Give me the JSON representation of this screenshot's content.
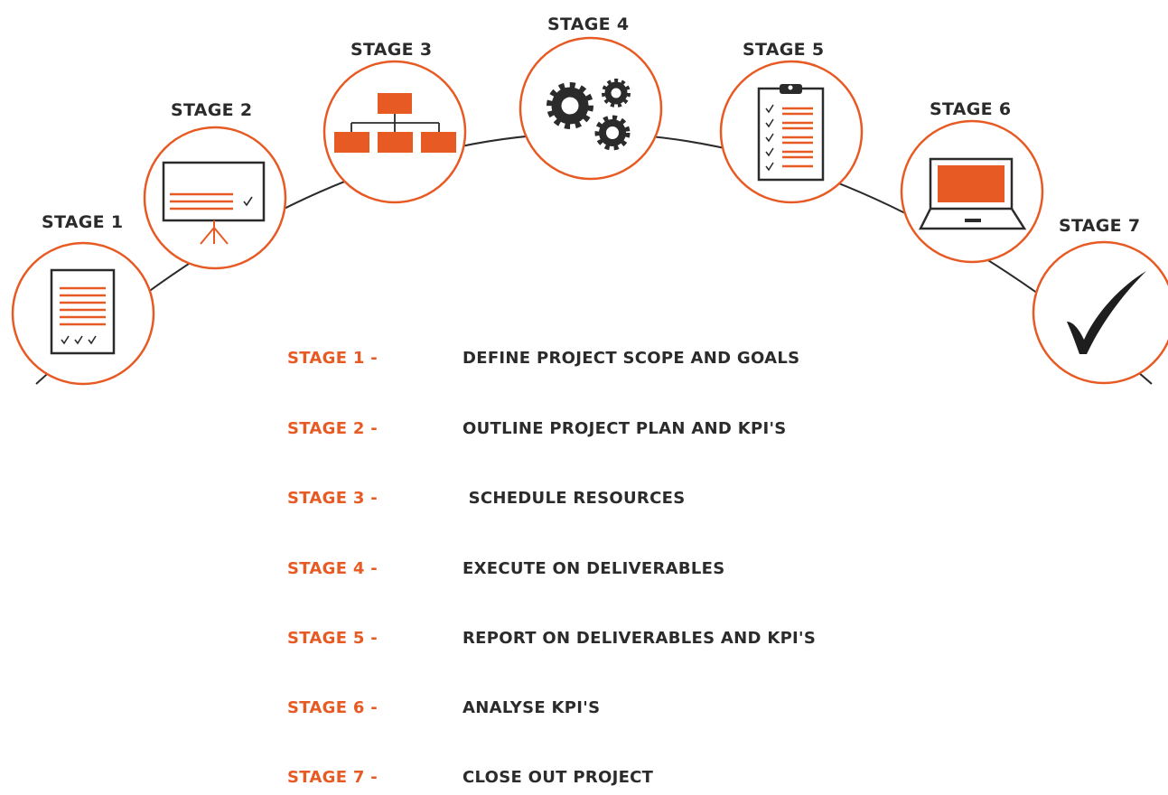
{
  "colors": {
    "accent": "#e85a24",
    "ink": "#2b2b2b",
    "background": "#ffffff"
  },
  "stages": [
    {
      "title": "STAGE 1",
      "icon": "document-checklist-icon"
    },
    {
      "title": "STAGE 2",
      "icon": "presentation-board-icon"
    },
    {
      "title": "STAGE 3",
      "icon": "org-chart-icon"
    },
    {
      "title": "STAGE 4",
      "icon": "gears-icon"
    },
    {
      "title": "STAGE 5",
      "icon": "clipboard-checklist-icon"
    },
    {
      "title": "STAGE 6",
      "icon": "laptop-icon"
    },
    {
      "title": "STAGE 7",
      "icon": "checkmark-icon"
    }
  ],
  "legend": [
    {
      "label": "STAGE 1 -",
      "description": "DEFINE PROJECT SCOPE AND GOALS"
    },
    {
      "label": "STAGE 2 -",
      "description": "OUTLINE PROJECT PLAN AND KPI'S"
    },
    {
      "label": "STAGE 3 -",
      "description": " SCHEDULE RESOURCES"
    },
    {
      "label": "STAGE 4 -",
      "description": "EXECUTE ON DELIVERABLES"
    },
    {
      "label": "STAGE 5 -",
      "description": "REPORT ON DELIVERABLES AND KPI'S"
    },
    {
      "label": "STAGE 6 -",
      "description": "ANALYSE KPI'S"
    },
    {
      "label": "STAGE 7 -",
      "description": "CLOSE OUT PROJECT"
    }
  ]
}
